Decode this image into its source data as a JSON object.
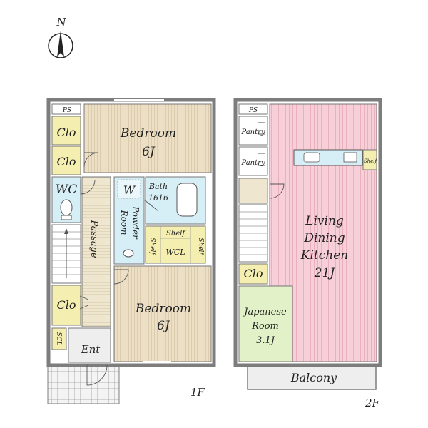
{
  "compass": {
    "label": "N"
  },
  "floor1": {
    "caption": "1F",
    "rooms": {
      "ps": "PS",
      "bedroom_top": {
        "name": "Bedroom",
        "size": "6J"
      },
      "clo_1": "Clo",
      "clo_2": "Clo",
      "wc": "WC",
      "w": "W",
      "bath": {
        "name": "Bath",
        "size": "1616"
      },
      "powder_room": {
        "line1": "Powder",
        "line2": "Room"
      },
      "passage": "Passage",
      "shelf_top": "Shelf",
      "shelf_left": "Shelf",
      "shelf_right": "Shelf",
      "wcl": "WCL",
      "clo_3": "Clo",
      "bedroom_bottom": {
        "name": "Bedroom",
        "size": "6J"
      },
      "scl": "SCL",
      "ent": "Ent"
    }
  },
  "floor2": {
    "caption": "2F",
    "rooms": {
      "ps": "PS",
      "pantry_1": "Pantry",
      "pantry_2": "Pantry",
      "shelf": "Shelf",
      "ldk": {
        "line1": "Living",
        "line2": "Dining",
        "line3": "Kitchen",
        "size": "21J"
      },
      "clo": "Clo",
      "japanese_room": {
        "line1": "Japanese",
        "line2": "Room",
        "size": "3.1J"
      },
      "balcony": "Balcony"
    }
  },
  "colors": {
    "wall": "#7d7d7d",
    "bedroom_floor": "#ecdfc6",
    "closet_floor": "#f4efb0",
    "wet_area": "#d6eef5",
    "passage_floor": "#efe6cf",
    "ldk_floor": "#f6cfd8",
    "tatami": "#e2f1c7",
    "balcony": "#eeeeee"
  }
}
